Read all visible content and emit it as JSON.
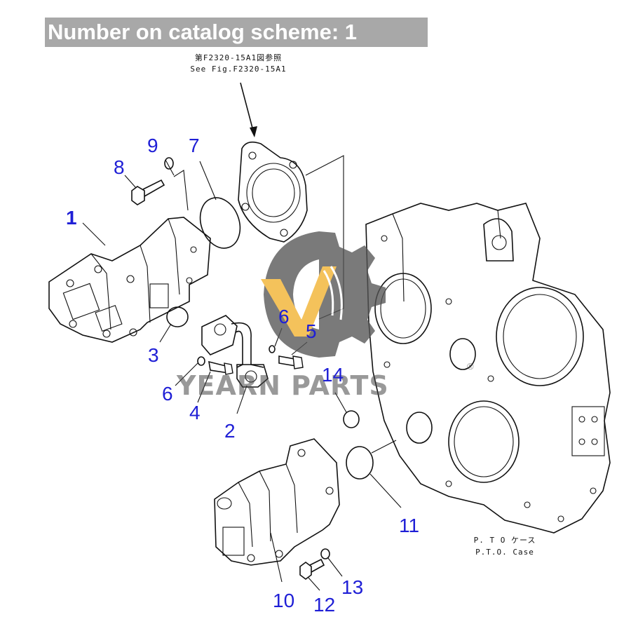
{
  "banner": {
    "title": "Number on catalog scheme: 1"
  },
  "reference": {
    "line_jp": "第F2320-15A1図参照",
    "line_en": "See Fig.F2320-15A1"
  },
  "callouts": [
    {
      "id": "c1",
      "label": "1"
    },
    {
      "id": "c2",
      "label": "2"
    },
    {
      "id": "c3",
      "label": "3"
    },
    {
      "id": "c4",
      "label": "4"
    },
    {
      "id": "c5",
      "label": "5"
    },
    {
      "id": "c6a",
      "label": "6"
    },
    {
      "id": "c6b",
      "label": "6"
    },
    {
      "id": "c7",
      "label": "7"
    },
    {
      "id": "c8",
      "label": "8"
    },
    {
      "id": "c9",
      "label": "9"
    },
    {
      "id": "c10",
      "label": "10"
    },
    {
      "id": "c11",
      "label": "11"
    },
    {
      "id": "c12",
      "label": "12"
    },
    {
      "id": "c13",
      "label": "13"
    },
    {
      "id": "c14",
      "label": "14"
    }
  ],
  "case_label": {
    "line_jp": "P. T O ケース",
    "line_en": "P.T.O. Case"
  },
  "watermark": {
    "brand": "YEARN PARTS",
    "registered": "®"
  },
  "colors": {
    "callout": "#1f1fd6",
    "banner_bg": "#a8a8a8",
    "watermark_gear": "#555555",
    "watermark_accent": "#f2b12e"
  }
}
